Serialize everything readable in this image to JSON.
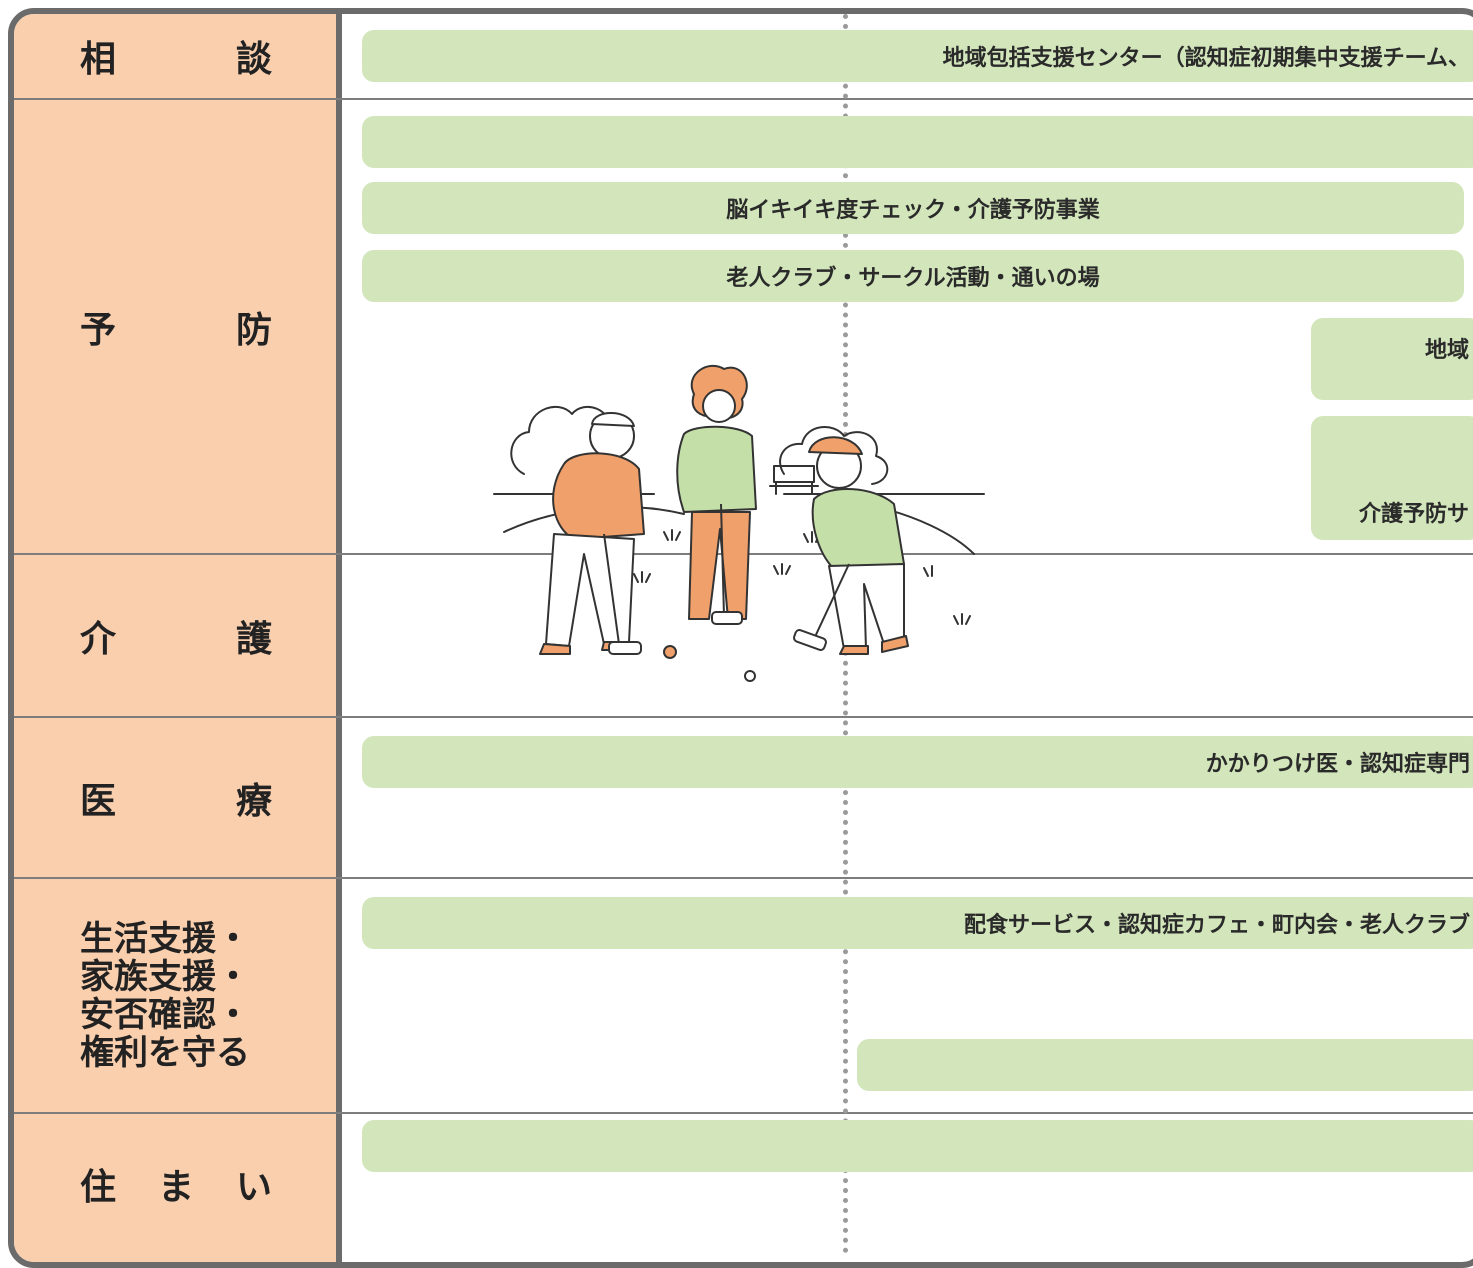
{
  "categories": {
    "consult": [
      "相",
      "談"
    ],
    "prevent": [
      "予",
      "防"
    ],
    "care": [
      "介",
      "護"
    ],
    "medical": [
      "医",
      "療"
    ],
    "support_lines": [
      "生活支援・",
      "家族支援・",
      "安否確認・",
      "権利を守る"
    ],
    "housing": [
      "住",
      "ま",
      "い"
    ]
  },
  "bars": {
    "consult_main": "地域包括支援センター（認知症初期集中支援チーム、",
    "prevent_blank": "",
    "prevent_check": "脳イキイキ度チェック・介護予防事業",
    "prevent_club": "老人クラブ・サークル活動・通いの場",
    "prevent_region": "地域",
    "prevent_service": "介護予防サ",
    "medical_main": "かかりつけ医・認知症専門",
    "support_main": "配食サービス・認知症カフェ・町内会・老人クラブ",
    "support_blank": "",
    "housing_blank": ""
  },
  "colors": {
    "label_bg": "#f9cfae",
    "bar_bg": "#d2e5bb",
    "frame": "#6b6b6b",
    "accent_orange": "#f0a06a",
    "accent_green": "#c4e0a8"
  },
  "illustration": {
    "subject": "three elderly people playing ground golf in a park",
    "icon": "ground-golf-illustration"
  }
}
